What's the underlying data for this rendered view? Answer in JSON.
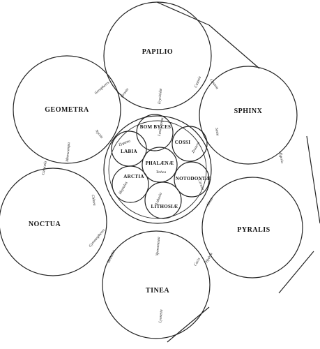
{
  "colors": {
    "stroke": "#222222",
    "text": "#111111",
    "background": "#ffffff"
  },
  "outer_circles": {
    "papilio": "PAPILIO",
    "sphinx": "SPHINX",
    "pyralis": "PYRALIS",
    "tinea": "TINEA",
    "noctua": "NOCTUA",
    "geometra": "GEOMETRA"
  },
  "inner_circles": {
    "bombycs": "BOM BYCES",
    "cossi": "COSSI",
    "notodontae": "NOTODONTÆ",
    "lithosia": "LITHOSIÆ",
    "arctia": "ARCTIA",
    "labia": "LABIA",
    "phalaena": "PHALÆNÆ"
  },
  "affinities": {
    "papilio_top_left": "Uronia",
    "papilio_left": "Geospheres",
    "papilio_right": "Castnia",
    "papilio_bottom": "Erycinidæ",
    "sphinx_left": "Castnia",
    "sphinx_bottom_left": "Sesia",
    "sphinx_bottom": "Ægeria",
    "geometra_right": "Nyctia",
    "geometra_bottom": "Metrocampa",
    "geometra_bottom_left": "Catocala",
    "noctua_top_right": "Chloea",
    "noctua_right": "Gymnaspheres",
    "noctua_bottom_right": "Heliothis",
    "pyralis_left": "Alcoa",
    "pyralis_bottom_left": "Hydria",
    "tinea_top": "Yponomeuta",
    "tinea_right": "Cacis",
    "tinea_bottom": "Lyonetia",
    "bombycs_axis": "Lasiocampa",
    "cossi_axis": "Zeuzera",
    "labia_axis": "Zygæna",
    "arctia_axis": "Hepialus",
    "lithosia_axis": "Lithosia",
    "notodontae_axis": "Cerura",
    "phalaena_axis": "Tethea"
  }
}
